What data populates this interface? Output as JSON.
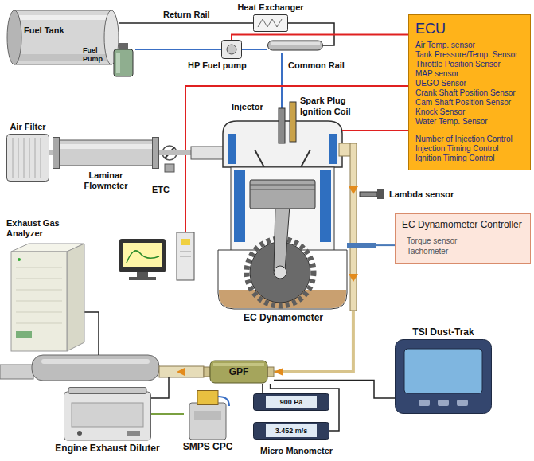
{
  "diagram": {
    "nodes": [
      {
        "text": [
          "Fuel Tank"
        ]
      },
      {
        "text": [
          "Fuel Pump"
        ]
      },
      {
        "text": [
          "Heat Exchanger"
        ]
      },
      {
        "text": [
          "HP Fuel pump"
        ]
      },
      {
        "text": [
          "Common Rail"
        ]
      },
      {
        "text": [
          "ECU",
          "Air Temp. sensor",
          "Tank Pressure/Temp. Sensor",
          "Throttle Position Sensor",
          "MAP sensor",
          "UEGO Sensor",
          "Crank Shaft Position Sensor",
          "Cam Shaft Position Sensor",
          "Knock Sensor",
          "Water Temp. Sensor",
          "Number of Injection Control",
          "Injection Timing Control",
          "Ignition Timing Control"
        ]
      },
      {
        "text": [
          "Air Filter"
        ]
      },
      {
        "text": [
          "Laminar Flowmeter"
        ]
      },
      {
        "text": [
          "Exhaust Gas Analyzer"
        ]
      },
      {
        "text": [
          "EC Dynamometer"
        ]
      },
      {
        "text": [
          "EC Dynamometer Controller",
          "Torque sensor",
          "Tachometer"
        ]
      },
      {
        "text": [
          "GPF"
        ]
      },
      {
        "text": [
          "Engine Exhaust Diluter"
        ]
      },
      {
        "text": [
          "SMPS CPC"
        ]
      },
      {
        "text": [
          "900 Pa"
        ]
      },
      {
        "text": [
          "3.452 m/s"
        ]
      },
      {
        "text": [
          "TSI Dust-Trak"
        ]
      }
    ],
    "edges": [
      {
        "from": 1,
        "to": 3,
        "arrow": "none"
      },
      {
        "from": 3,
        "to": 4,
        "arrow": "none"
      },
      {
        "from": 4,
        "to": 2,
        "arrow": "none"
      },
      {
        "from": 2,
        "to": 0,
        "arrow": "none"
      },
      {
        "from": 5,
        "to": 3,
        "arrow": "none"
      },
      {
        "from": 5,
        "to": 9,
        "arrow": "none"
      },
      {
        "from": 6,
        "to": 7,
        "arrow": "none"
      },
      {
        "from": 7,
        "to": 9,
        "arrow": "none"
      },
      {
        "from": 10,
        "to": 9,
        "arrow": "none"
      },
      {
        "from": 9,
        "to": 11,
        "arrow": "to"
      },
      {
        "from": 11,
        "to": 14,
        "arrow": "none"
      },
      {
        "from": 11,
        "to": 15,
        "arrow": "none"
      },
      {
        "from": 11,
        "to": 16,
        "arrow": "none"
      },
      {
        "from": 12,
        "to": 13,
        "arrow": "none"
      }
    ],
    "labels": [
      "Return Rail",
      "Injector",
      "Spark Plug",
      "Ignition Coil",
      "ETC",
      "Lambda sensor",
      "Micro Manometer"
    ]
  }
}
